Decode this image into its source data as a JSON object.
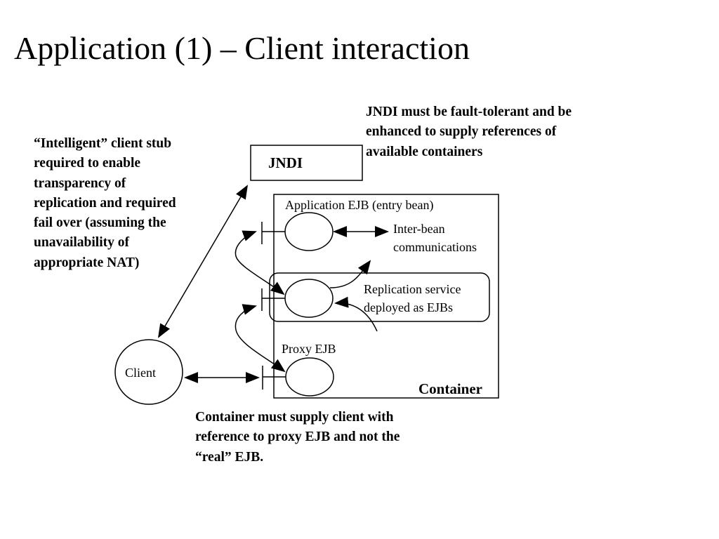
{
  "slide": {
    "title": "Application (1) – Client interaction"
  },
  "notes": {
    "jndi": [
      "JNDI must be fault-tolerant and be",
      "enhanced to supply references of",
      "available containers"
    ],
    "client_stub": [
      "“Intelligent” client stub",
      "required to enable",
      "transparency of",
      "replication and required",
      "fail over (assuming the",
      "unavailability of",
      "appropriate NAT)"
    ],
    "container": [
      "Container must supply client with",
      "reference to proxy EJB and not the",
      "“real” EJB."
    ]
  },
  "diagram": {
    "jndi_box_label": "JNDI",
    "container_label": "Container",
    "application_ejb_label": "Application EJB (entry bean)",
    "inter_bean_label": [
      "Inter-bean",
      "communications"
    ],
    "replication_label": [
      "Replication service",
      "deployed as EJBs"
    ],
    "proxy_ejb_label": "Proxy EJB",
    "client_label": "Client"
  }
}
